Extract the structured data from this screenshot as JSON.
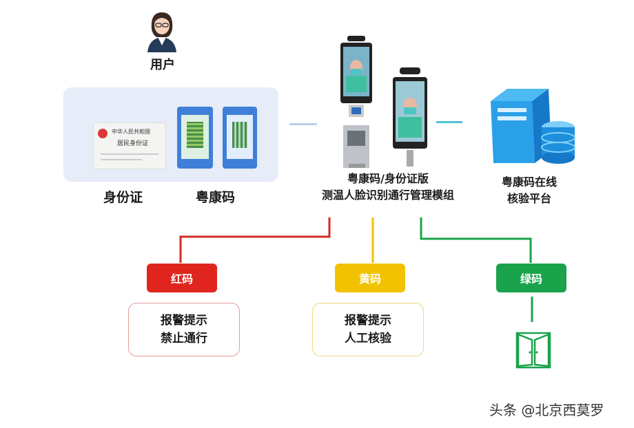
{
  "user": {
    "label": "用户"
  },
  "cards": {
    "id_card_label": "身份证",
    "health_code_label": "粤康码",
    "id_card_title": "中华人民共和国",
    "id_card_subtitle": "居民身份证"
  },
  "device": {
    "line1": "粤康码/身份证版",
    "line2": "测温人脸识别通行管理模组"
  },
  "platform": {
    "line1": "粤康码在线",
    "line2": "核验平台"
  },
  "codes": {
    "red": {
      "label": "红码",
      "color": "#e0251f",
      "note1": "报警提示",
      "note2": "禁止通行"
    },
    "yellow": {
      "label": "黄码",
      "color": "#f2c200",
      "note1": "报警提示",
      "note2": "人工核验"
    },
    "green": {
      "label": "绿码",
      "color": "#1aa34a"
    }
  },
  "watermark": "头条 @北京西莫罗"
}
